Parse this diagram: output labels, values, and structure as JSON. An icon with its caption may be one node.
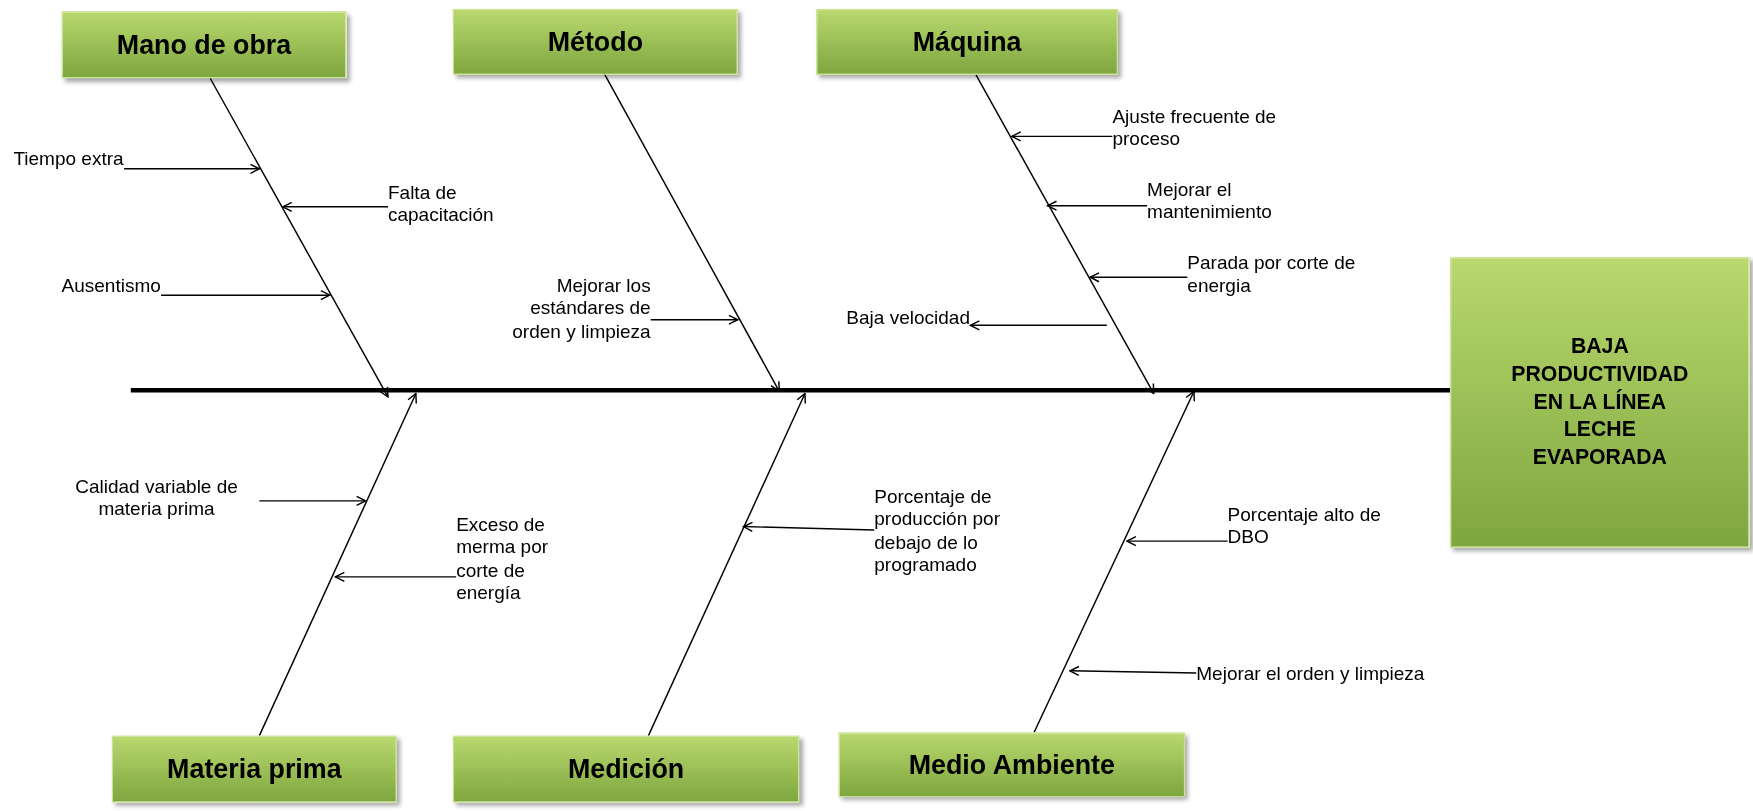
{
  "diagram": {
    "nodes": [
      {
        "text": [
          "Mano de obra"
        ]
      },
      {
        "text": [
          "Método"
        ]
      },
      {
        "text": [
          "Máquina"
        ]
      },
      {
        "text": [
          "Tiempo extra"
        ]
      },
      {
        "text": [
          "Falta de capacitación"
        ]
      },
      {
        "text": [
          "Ausentismo"
        ]
      },
      {
        "text": [
          "Mejorar los estándares de orden y limpieza"
        ]
      },
      {
        "text": [
          "Ajuste frecuente de proceso"
        ]
      },
      {
        "text": [
          "Mejorar el mantenimiento"
        ]
      },
      {
        "text": [
          "Parada por corte de energia"
        ]
      },
      {
        "text": [
          "Baja velocidad"
        ]
      },
      {
        "text": [
          "BAJA PRODUCTIVIDAD EN LA LÍNEA LECHE EVAPORADA"
        ]
      },
      {
        "text": [
          "Calidad variable de materia prima"
        ]
      },
      {
        "text": [
          "Exceso de merma por corte de energía"
        ]
      },
      {
        "text": [
          "Porcentaje de producción por debajo de lo programado"
        ]
      },
      {
        "text": [
          "Porcentaje alto de DBO"
        ]
      },
      {
        "text": [
          "Mejorar el orden y limpieza"
        ]
      },
      {
        "text": [
          "Materia prima"
        ]
      },
      {
        "text": [
          "Medición"
        ]
      },
      {
        "text": [
          "Medio Ambiente"
        ]
      }
    ],
    "edges": [
      {
        "from": null,
        "to": 11,
        "arrow": "none",
        "style": "thick"
      },
      {
        "from": 0,
        "to": null,
        "arrow": "to"
      },
      {
        "from": 1,
        "to": null,
        "arrow": "to"
      },
      {
        "from": 2,
        "to": null,
        "arrow": "to"
      },
      {
        "from": 17,
        "to": null,
        "arrow": "to"
      },
      {
        "from": 18,
        "to": null,
        "arrow": "to"
      },
      {
        "from": 19,
        "to": null,
        "arrow": "to"
      },
      {
        "from": 3,
        "to": null,
        "arrow": "to"
      },
      {
        "from": 4,
        "to": null,
        "arrow": "to"
      },
      {
        "from": 5,
        "to": null,
        "arrow": "to"
      },
      {
        "from": 6,
        "to": null,
        "arrow": "to"
      },
      {
        "from": 7,
        "to": null,
        "arrow": "to"
      },
      {
        "from": 8,
        "to": null,
        "arrow": "to"
      },
      {
        "from": 9,
        "to": null,
        "arrow": "to"
      },
      {
        "from": null,
        "to": 10,
        "arrow": "to"
      },
      {
        "from": 12,
        "to": null,
        "arrow": "to"
      },
      {
        "from": 13,
        "to": null,
        "arrow": "to"
      },
      {
        "from": 14,
        "to": null,
        "arrow": "to"
      },
      {
        "from": 15,
        "to": null,
        "arrow": "to"
      },
      {
        "from": 16,
        "to": null,
        "arrow": "to"
      }
    ]
  }
}
